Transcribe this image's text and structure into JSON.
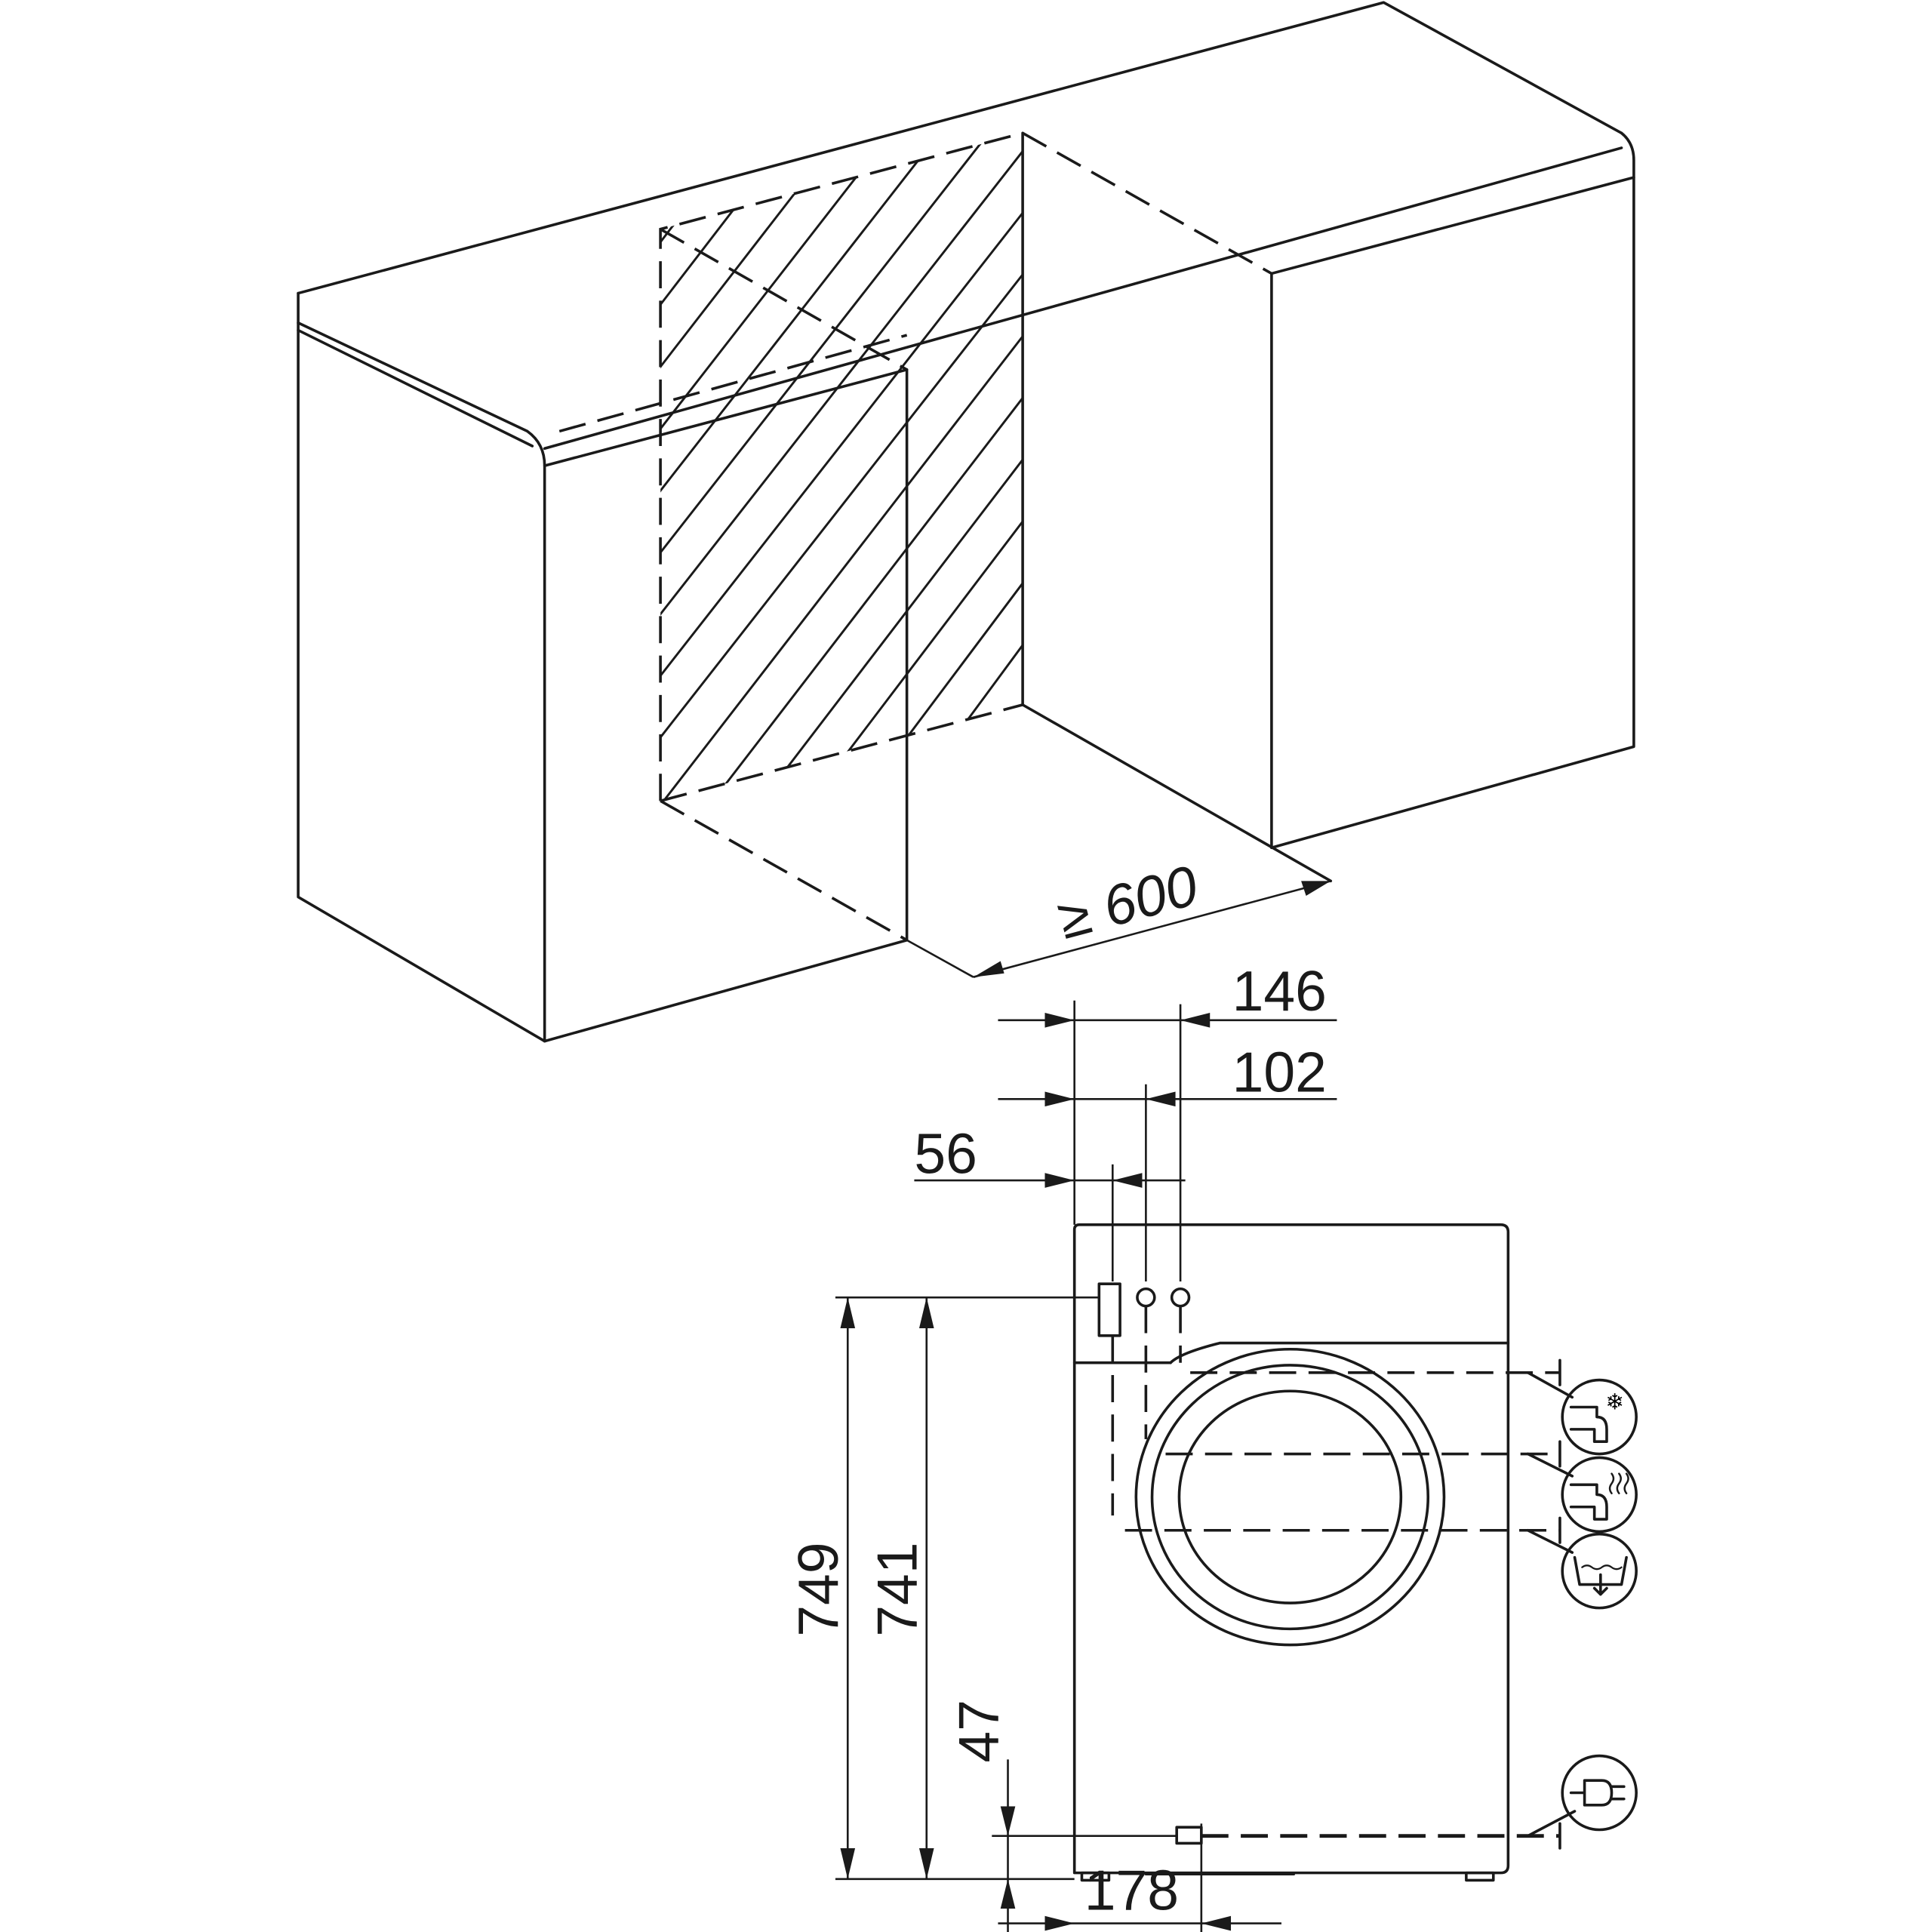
{
  "diagram": {
    "niche": {
      "min_width_label": "≥ 600"
    },
    "dimensions": {
      "d146": "146",
      "d102": "102",
      "d56": "56",
      "d749": "749",
      "d741": "741",
      "d47": "47",
      "d178": "178"
    },
    "connections": [
      {
        "name": "cold-water-inlet",
        "icon": "tap-snowflake-icon"
      },
      {
        "name": "hot-water-inlet",
        "icon": "tap-steam-icon"
      },
      {
        "name": "drain-outlet",
        "icon": "basin-drain-icon"
      },
      {
        "name": "power-plug",
        "icon": "plug-icon"
      }
    ],
    "colors": {
      "line": "#1a1a1a",
      "background": "#ffffff"
    }
  }
}
